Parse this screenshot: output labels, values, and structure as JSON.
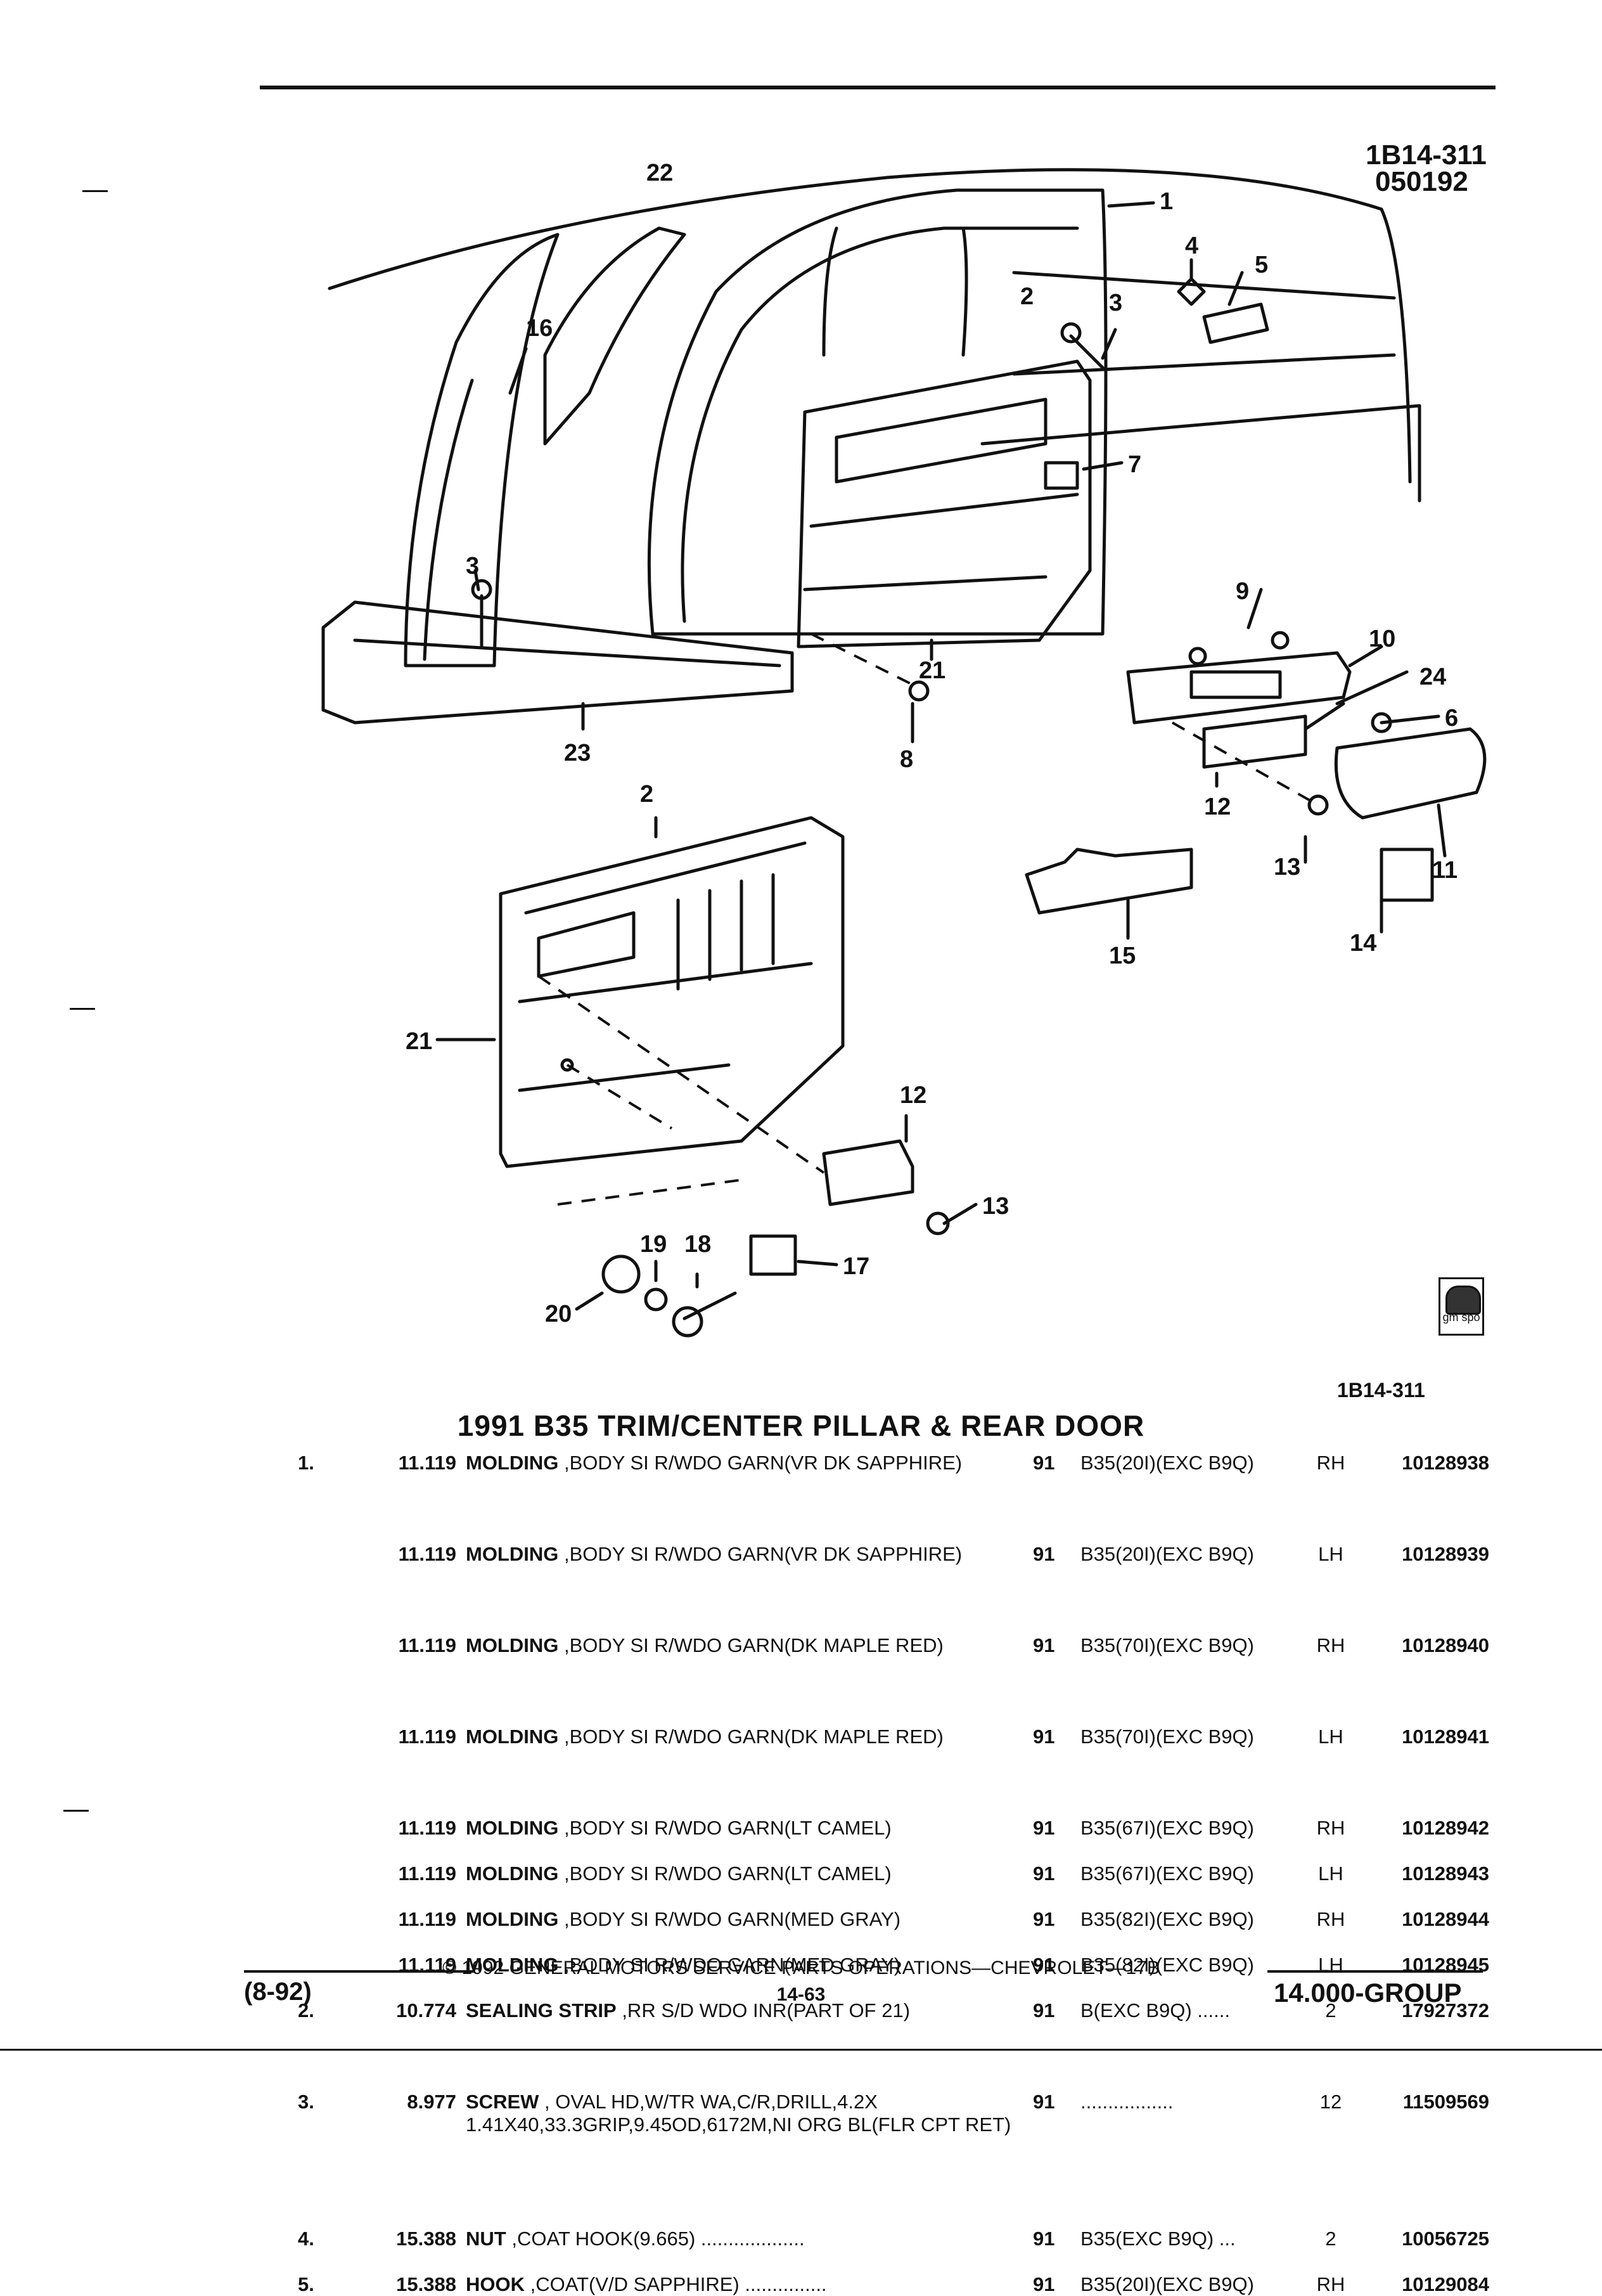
{
  "figure": {
    "id_top": "1B14-311",
    "date_code": "050192",
    "id_bottom": "1B14-311",
    "callouts": [
      "1",
      "2",
      "3",
      "4",
      "5",
      "7",
      "16",
      "22",
      "3",
      "9",
      "10",
      "24",
      "6",
      "21",
      "8",
      "23",
      "12",
      "13",
      "11",
      "2",
      "15",
      "14",
      "21",
      "12",
      "13",
      "19",
      "18",
      "17",
      "20"
    ]
  },
  "title": "1991 B35 TRIM/CENTER PILLAR & REAR DOOR",
  "parts": [
    {
      "no": "1.",
      "group": "11.119",
      "name": "MOLDING",
      "desc": " ,BODY SI R/WDO GARN(VR DK SAPPHIRE)",
      "year": "91",
      "model": "B35(20I)(EXC B9Q)",
      "qty": "RH",
      "part": "10128938"
    },
    {
      "no": "",
      "group": "11.119",
      "name": "MOLDING",
      "desc": " ,BODY SI R/WDO GARN(VR DK SAPPHIRE)",
      "year": "91",
      "model": "B35(20I)(EXC B9Q)",
      "qty": "LH",
      "part": "10128939"
    },
    {
      "no": "",
      "group": "11.119",
      "name": "MOLDING",
      "desc": " ,BODY SI R/WDO GARN(DK MAPLE RED)",
      "year": "91",
      "model": "B35(70I)(EXC B9Q)",
      "qty": "RH",
      "part": "10128940"
    },
    {
      "no": "",
      "group": "11.119",
      "name": "MOLDING",
      "desc": " ,BODY SI R/WDO GARN(DK MAPLE RED)",
      "year": "91",
      "model": "B35(70I)(EXC B9Q)",
      "qty": "LH",
      "part": "10128941"
    },
    {
      "no": "",
      "group": "11.119",
      "name": "MOLDING",
      "desc": " ,BODY SI R/WDO GARN(LT CAMEL)",
      "year": "91",
      "model": "B35(67I)(EXC B9Q)",
      "qty": "RH",
      "part": "10128942"
    },
    {
      "no": "",
      "group": "11.119",
      "name": "MOLDING",
      "desc": " ,BODY SI R/WDO GARN(LT CAMEL)",
      "year": "91",
      "model": "B35(67I)(EXC B9Q)",
      "qty": "LH",
      "part": "10128943"
    },
    {
      "no": "",
      "group": "11.119",
      "name": "MOLDING",
      "desc": " ,BODY SI R/WDO GARN(MED GRAY)",
      "year": "91",
      "model": "B35(82I)(EXC B9Q)",
      "qty": "RH",
      "part": "10128944"
    },
    {
      "no": "",
      "group": "11.119",
      "name": "MOLDING",
      "desc": " ,BODY SI R/WDO GARN(MED GRAY)",
      "year": "91",
      "model": "B35(82I)(EXC B9Q)",
      "qty": "LH",
      "part": "10128945"
    },
    {
      "no": "2.",
      "group": "10.774",
      "name": "SEALING STRIP",
      "desc": " ,RR S/D WDO INR(PART OF 21)",
      "year": "91",
      "model": "B(EXC B9Q) ......",
      "qty": "2",
      "part": "17927372"
    },
    {
      "no": "3.",
      "group": "8.977",
      "name": "SCREW",
      "desc": " , OVAL HD,W/TR WA,C/R,DRILL,4.2X 1.41X40,33.3GRIP,9.45OD,6172M,NI ORG BL(FLR CPT RET)",
      "year": "91",
      "model": ".................",
      "qty": "12",
      "part": "11509569"
    },
    {
      "no": "4.",
      "group": "15.388",
      "name": "NUT",
      "desc": " ,COAT HOOK(9.665) ...................",
      "year": "91",
      "model": "B35(EXC B9Q) ...",
      "qty": "2",
      "part": "10056725"
    },
    {
      "no": "5.",
      "group": "15.388",
      "name": "HOOK",
      "desc": " ,COAT(V/D SAPPHIRE) ...............",
      "year": "91",
      "model": "B35(20I)(EXC B9Q)",
      "qty": "RH",
      "part": "10129084"
    }
  ],
  "footer": {
    "left": "(8-92)",
    "copyright": "© 1992 GENERAL MOTORS SERVICE PARTS OPERATIONS—CHEVROLET—17B",
    "page": "14-63",
    "right": "14.000-GROUP",
    "logo_text": "gm spo"
  }
}
